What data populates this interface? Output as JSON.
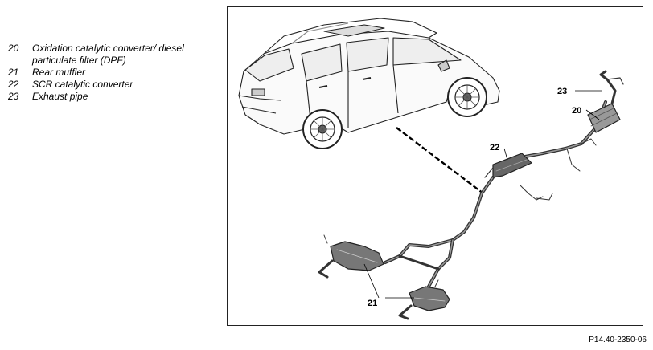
{
  "legend": [
    {
      "number": "20",
      "text": "Oxidation catalytic converter/ diesel particulate filter (DPF)"
    },
    {
      "number": "21",
      "text": "Rear muffler"
    },
    {
      "number": "22",
      "text": "SCR catalytic converter"
    },
    {
      "number": "23",
      "text": "Exhaust pipe"
    }
  ],
  "callouts": {
    "c20": "20",
    "c21": "21",
    "c22": "22",
    "c23": "23"
  },
  "figure_ref": "P14.40-2350-06"
}
